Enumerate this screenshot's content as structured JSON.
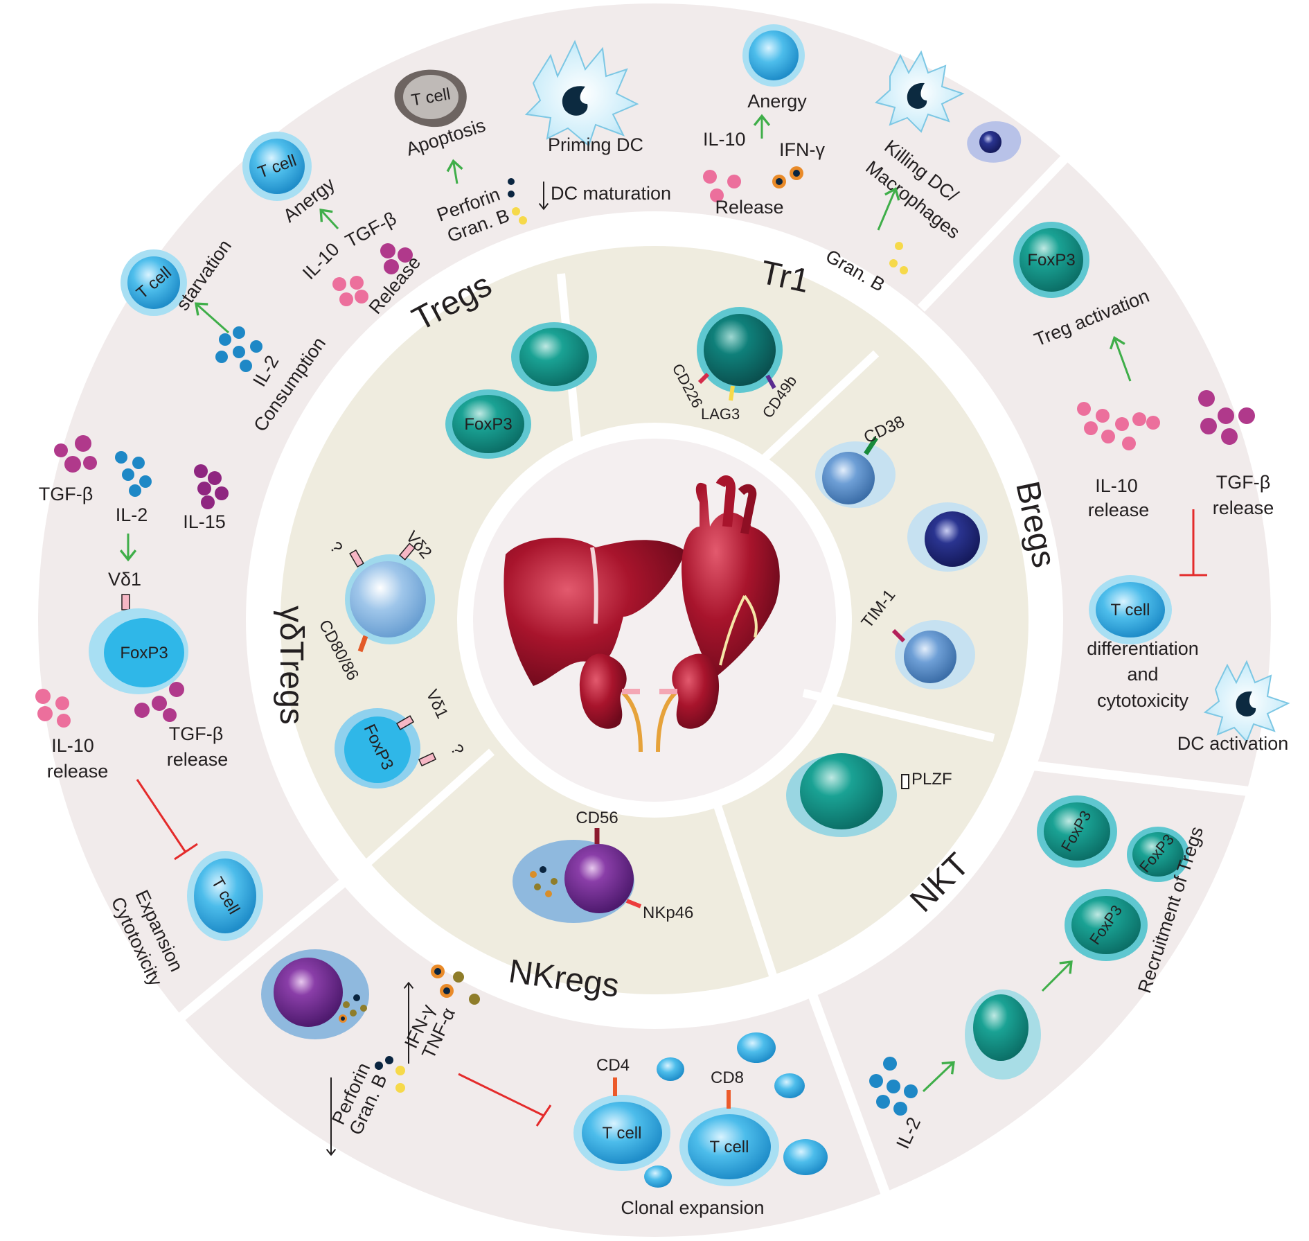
{
  "labels": {
    "tcell": "T cell",
    "foxp3": "FoxP3",
    "anergy": "Anergy",
    "starvation": "starvation",
    "il2": "IL-2",
    "consumption": "Consumption",
    "il10": "IL-10",
    "tgfb": "TGF-β",
    "release": "Release",
    "apoptosis": "Apoptosis",
    "perforin": "Perforin",
    "granb": "Gran. B",
    "priming_dc": "Priming DC",
    "dc_maturation": "DC maturation",
    "ifng": "IFN-γ",
    "killing": "Killing DC/",
    "macrophages": "Macrophages",
    "treg_activation": "Treg activation",
    "il10_release_1": "IL-10",
    "release_lc": "release",
    "tgfb_release_1": "TGF-β",
    "differentiation": "differentiation",
    "and": "and",
    "cytotoxicity": "cytotoxicity",
    "dc_activation": "DC activation",
    "recruitment": "Recruitment of Tregs",
    "clonal_expansion": "Clonal expansion",
    "cd4": "CD4",
    "cd8": "CD8",
    "tnfa": "TNF-α",
    "expansion": "Expansion",
    "cytotoxicity_cap": "Cytotoxicity",
    "il15": "IL-15",
    "vd1": "Vδ1",
    "vd2": "Vδ2",
    "question": "?",
    "cd80": "CD80/86",
    "cd226": "CD226",
    "lag3": "LAG3",
    "cd49b": "CD49b",
    "cd38": "CD38",
    "tim1": "TIM-1",
    "plzf": "PLZF",
    "cd56": "CD56",
    "nkp46": "NKp46"
  },
  "sections": {
    "tregs": "Tregs",
    "tr1": "Tr1",
    "bregs": "Bregs",
    "nkt": "NKT",
    "nkregs": "NKregs",
    "gdtregs": "γδTregs"
  },
  "colors": {
    "outer_ring": "#f1ebeb",
    "middle_ring": "#efecdf",
    "center": "#f4eff0",
    "cell_blue": "#44b6e8",
    "cell_teal": "#17978b",
    "bead_pink": "#ec6f9c",
    "bead_magenta": "#b0398b",
    "bead_blue": "#1e88c6",
    "inhibit_red": "#e42b2b",
    "arrow_green": "#3fae49"
  }
}
